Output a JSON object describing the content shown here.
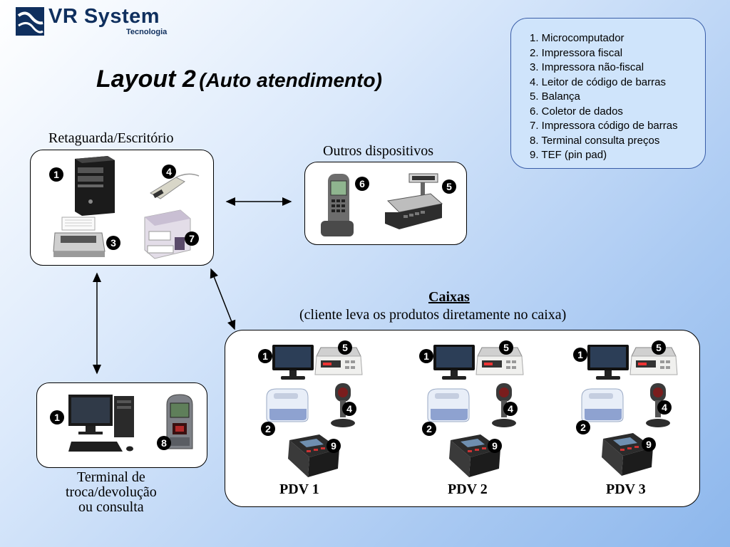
{
  "logo": {
    "name": "VR System",
    "subtitle": "Tecnologia"
  },
  "title": {
    "main": "Layout 2",
    "paren": "(Auto atendimento)"
  },
  "legend": {
    "items": [
      "1. Microcomputador",
      "2. Impressora fiscal",
      "3. Impressora não-fiscal",
      "4. Leitor de código de barras",
      "5. Balança",
      "6. Coletor de dados",
      "7. Impressora código de barras",
      "8. Terminal consulta preços",
      "9. TEF (pin pad)"
    ]
  },
  "retaguarda": {
    "label": "Retaguarda/Escritório"
  },
  "outros": {
    "label": "Outros dispositivos"
  },
  "caixas": {
    "title": "Caixas",
    "subtitle": "(cliente leva os produtos diretamente no caixa)"
  },
  "terminal": {
    "line1": "Terminal de",
    "line2": "troca/devolução",
    "line3": "ou consulta"
  },
  "pdvs": [
    "PDV 1",
    "PDV 2",
    "PDV 3"
  ],
  "badges": {
    "b1": "1",
    "b2": "2",
    "b3": "3",
    "b4": "4",
    "b5": "5",
    "b6": "6",
    "b7": "7",
    "b8": "8",
    "b9": "9"
  }
}
